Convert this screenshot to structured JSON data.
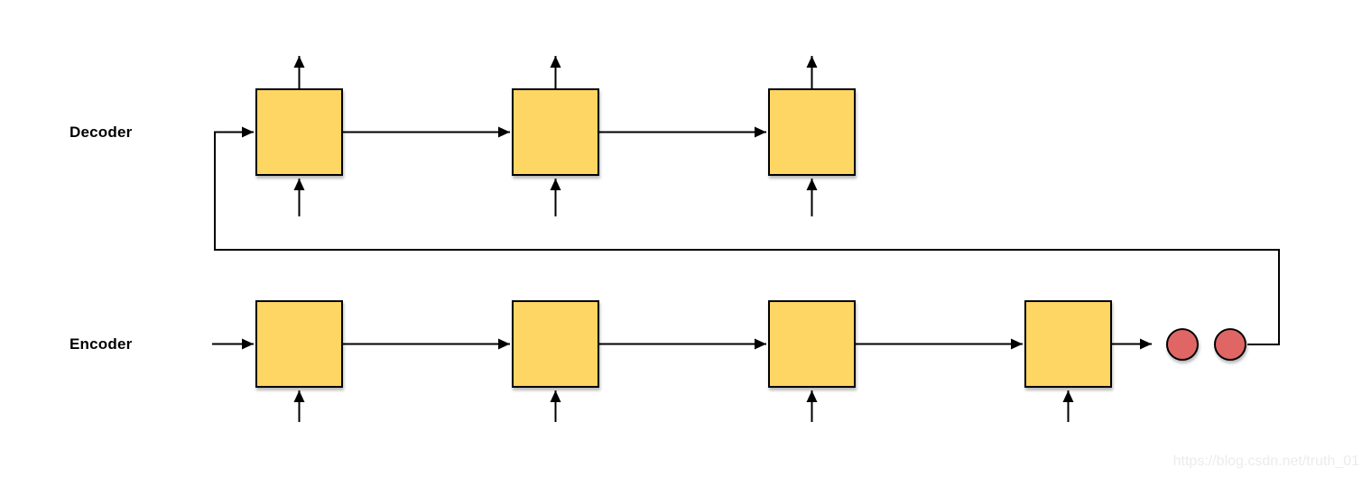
{
  "diagram": {
    "type": "encoder-decoder-seq2seq",
    "decoder": {
      "label": "Decoder",
      "cell_count": 3,
      "cells": [
        "decoder-cell-1",
        "decoder-cell-2",
        "decoder-cell-3"
      ],
      "outputs_per_cell": 1,
      "inputs_per_cell": 1
    },
    "encoder": {
      "label": "Encoder",
      "cell_count": 4,
      "cells": [
        "encoder-cell-1",
        "encoder-cell-2",
        "encoder-cell-3",
        "encoder-cell-4"
      ],
      "inputs_per_cell": 1
    },
    "context_vector": {
      "circle_count": 2,
      "description": "encoder output state passed to decoder"
    },
    "colors": {
      "cell_fill": "#FDD663",
      "cell_border": "#000000",
      "context_circle_fill": "#E06666",
      "connector": "#000000",
      "background": "#FFFFFF",
      "watermark_text_color": "#ECECEC"
    },
    "watermark": "https://blog.csdn.net/truth_01"
  }
}
